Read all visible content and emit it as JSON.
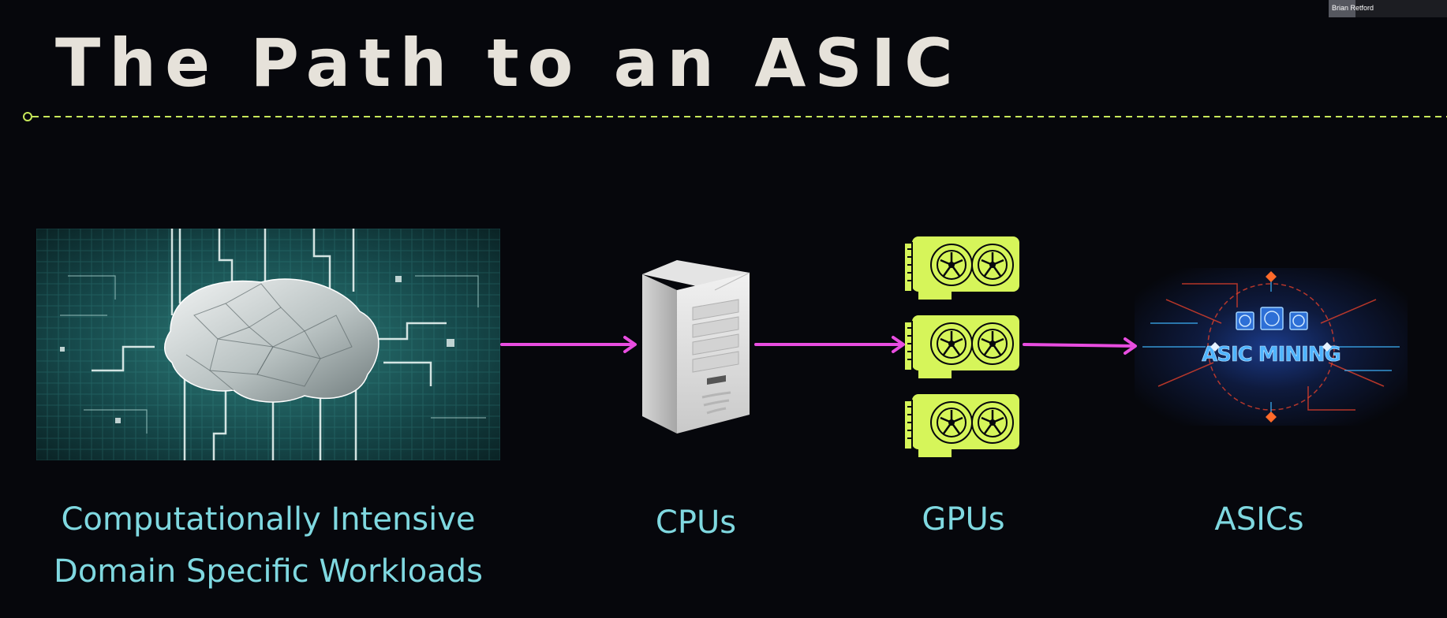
{
  "slide": {
    "title": "The Path to an ASIC",
    "speaker_name": "Brian Retford",
    "stages": [
      {
        "label_line1": "Computationally Intensive",
        "label_line2": "Domain Specific Workloads",
        "icon": "brain-circuit-image"
      },
      {
        "label": "CPUs",
        "icon": "server-tower-icon"
      },
      {
        "label": "GPUs",
        "icon": "gpu-card-icon"
      },
      {
        "label": "ASICs",
        "icon": "asic-mining-image"
      }
    ],
    "asic_banner_text": "ASIC MINING"
  },
  "colors": {
    "background": "#06070c",
    "title": "#e6e2da",
    "accent_line": "#c7e85a",
    "label": "#7fd8e0",
    "arrow": "#e84de0",
    "gpu": "#d6f55a"
  }
}
